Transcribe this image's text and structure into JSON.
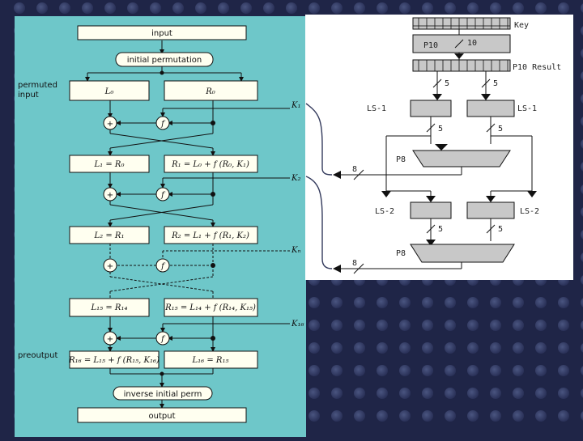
{
  "des": {
    "input": "input",
    "initial_permutation": "initial permutation",
    "permuted_input_line1": "permuted",
    "permuted_input_line2": "input",
    "l0": "L₀",
    "r0": "R₀",
    "k1": "K₁",
    "plus": "+",
    "f": "f",
    "l1": "L₁ = R₀",
    "r1": "R₁ = L₀ + f (R₀, K₁)",
    "k2": "K₂",
    "l2": "L₂ = R₁",
    "r2": "R₂ = L₁ + f (R₁, K₂)",
    "kn": "Kₙ",
    "l15": "L₁₅ = R₁₄",
    "r15": "R₁₅ = L₁₄ + f (R₁₄, K₁₅)",
    "k16": "K₁₆",
    "preoutput": "preoutput",
    "r16": "R₁₆ = L₁₅ + f (R₁₅, K₁₆)",
    "l16": "L₁₆ = R₁₅",
    "inverse_initial_perm": "inverse initial perm",
    "output": "output"
  },
  "keygen": {
    "key": "Key",
    "p10": "P10",
    "ten": "10",
    "p10_result": "P10 Result",
    "five": "5",
    "ls1": "LS-1",
    "p8": "P8",
    "ls2": "LS-2",
    "eight": "8"
  },
  "colors": {
    "left_panel": "#6ec7c9",
    "background": "#1f2547",
    "box_fill": "#fffff0",
    "gray_box": "#c8c8c8"
  }
}
